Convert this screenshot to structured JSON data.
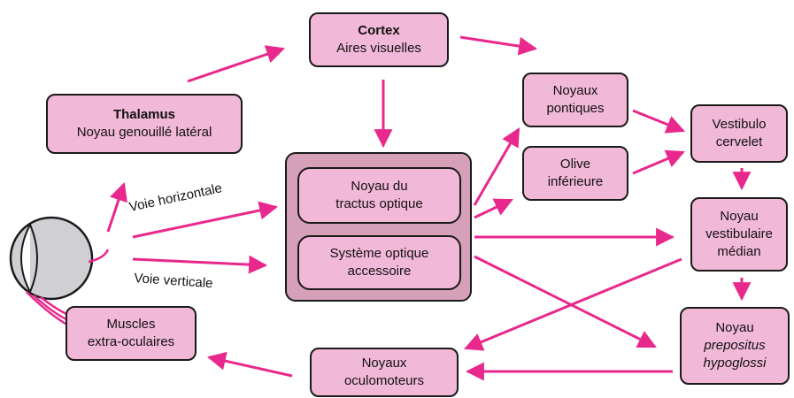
{
  "colors": {
    "box_fill": "#f2b8d8",
    "outer_fill": "#d6a0b8",
    "arrow": "#e8288c",
    "eye": "#c8c8cc"
  },
  "nodes": {
    "cortex": {
      "line1": "Cortex",
      "line2": "Aires visuelles"
    },
    "thalamus": {
      "line1": "Thalamus",
      "line2": "Noyau genouillé latéral"
    },
    "noyau_tractus": {
      "line1": "Noyau du",
      "line2": "tractus optique"
    },
    "systeme_optique": {
      "line1": "Système optique",
      "line2": "accessoire"
    },
    "noyaux_pontiques": {
      "line1": "Noyaux",
      "line2": "pontiques"
    },
    "olive": {
      "line1": "Olive",
      "line2": "inférieure"
    },
    "vestibulo": {
      "line1": "Vestibulo",
      "line2": "cervelet"
    },
    "vestibulaire": {
      "line1": "Noyau",
      "line2": "vestibulaire",
      "line3": "médian"
    },
    "prepositus": {
      "line1": "Noyau",
      "line2": "prepositus",
      "line3": "hypoglossi"
    },
    "oculomoteurs": {
      "line1": "Noyaux",
      "line2": "oculomoteurs"
    },
    "muscles": {
      "line1": "Muscles",
      "line2": "extra-oculaires"
    }
  },
  "labels": {
    "horizontal": "Voie horizontale",
    "vertical": "Voie verticale"
  }
}
